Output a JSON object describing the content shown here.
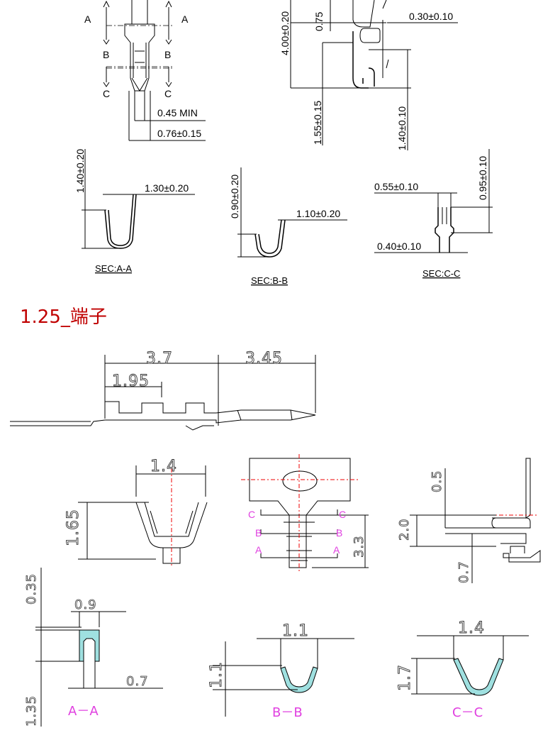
{
  "section_title": "1.25_端子",
  "top": {
    "labels": {
      "a": "A",
      "b": "B",
      "c": "C"
    },
    "dims": {
      "min": "0.45 MIN",
      "w076": "0.76±0.15",
      "h400": "4.00±0.20",
      "h075": "0.75",
      "w030": "0.30±0.10",
      "h155": "1.55±0.15",
      "h140b": "1.40±0.10",
      "a_h": "1.40±0.20",
      "a_w": "1.30±0.20",
      "b_h": "0.90±0.20",
      "b_w": "1.10±0.20",
      "c_w1": "0.55±0.10",
      "c_h": "0.95±0.10",
      "c_w2": "0.40±0.10"
    },
    "sections": {
      "a": "SEC:A-A",
      "b": "SEC:B-B",
      "c": "SEC:C-C"
    }
  },
  "bottom": {
    "dims": {
      "len1": "3.7",
      "len2": "3.45",
      "len3": "1.95",
      "w14": "1.4",
      "h165": "1.65",
      "h33": "3.3",
      "h05": "0.5",
      "h20": "2.0",
      "h07": "0.7",
      "h035": "0.35",
      "w09": "0.9",
      "h135": "1.35",
      "w07": "0.7",
      "w11": "1.1",
      "h11": "1.1",
      "w14c": "1.4",
      "h17": "1.7"
    },
    "marks": {
      "a": "A",
      "b": "B",
      "c": "C"
    },
    "sections": {
      "a": "A－A",
      "b": "B－B",
      "c": "C－C"
    }
  }
}
